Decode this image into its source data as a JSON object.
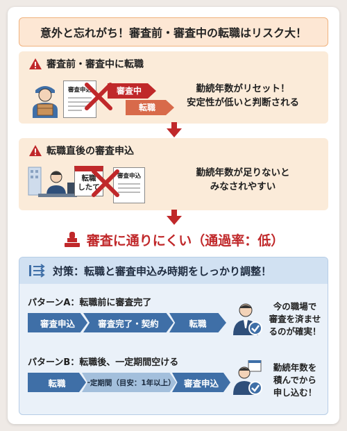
{
  "title": "意外と忘れがち！審査前・審査中の転職はリスク大！",
  "section1": {
    "heading": "審査前・審査中に転職",
    "doc_label": "審査申込",
    "arrow1": "審査中",
    "arrow2": "転職",
    "text_line1": "勤続年数がリセット！",
    "text_line2": "安定性が低いと判断される"
  },
  "section2": {
    "heading": "転職直後の審査申込",
    "calendar_label_line1": "転職",
    "calendar_label_line2": "したて",
    "doc_label": "審査申込",
    "text_line1": "勤続年数が足りないと",
    "text_line2": "みなされやすい"
  },
  "verdict": "審査に通りにくい（通過率：低）",
  "countermeasure": {
    "heading": "対策：転職と審査申込み時期をしっかり調整！",
    "patternA": {
      "label": "パターンA：転職前に審査完了",
      "steps": [
        "審査申込",
        "審査完了・契約",
        "転職"
      ],
      "note_line1": "今の職場で",
      "note_line2": "審査を済ませ",
      "note_line3": "るのが確実！"
    },
    "patternB": {
      "label": "パターンB：転職後、一定期間空ける",
      "steps": [
        "転職",
        "一定期間（目安：1年以上）",
        "審査申込"
      ],
      "note_line1": "勤続年数を",
      "note_line2": "積んでから",
      "note_line3": "申し込む！"
    }
  },
  "colors": {
    "accent_red": "#c0282a",
    "warm_bg": "#fbebd9",
    "blue_dark": "#3f6fa7",
    "blue_light": "#a3bfdc"
  }
}
